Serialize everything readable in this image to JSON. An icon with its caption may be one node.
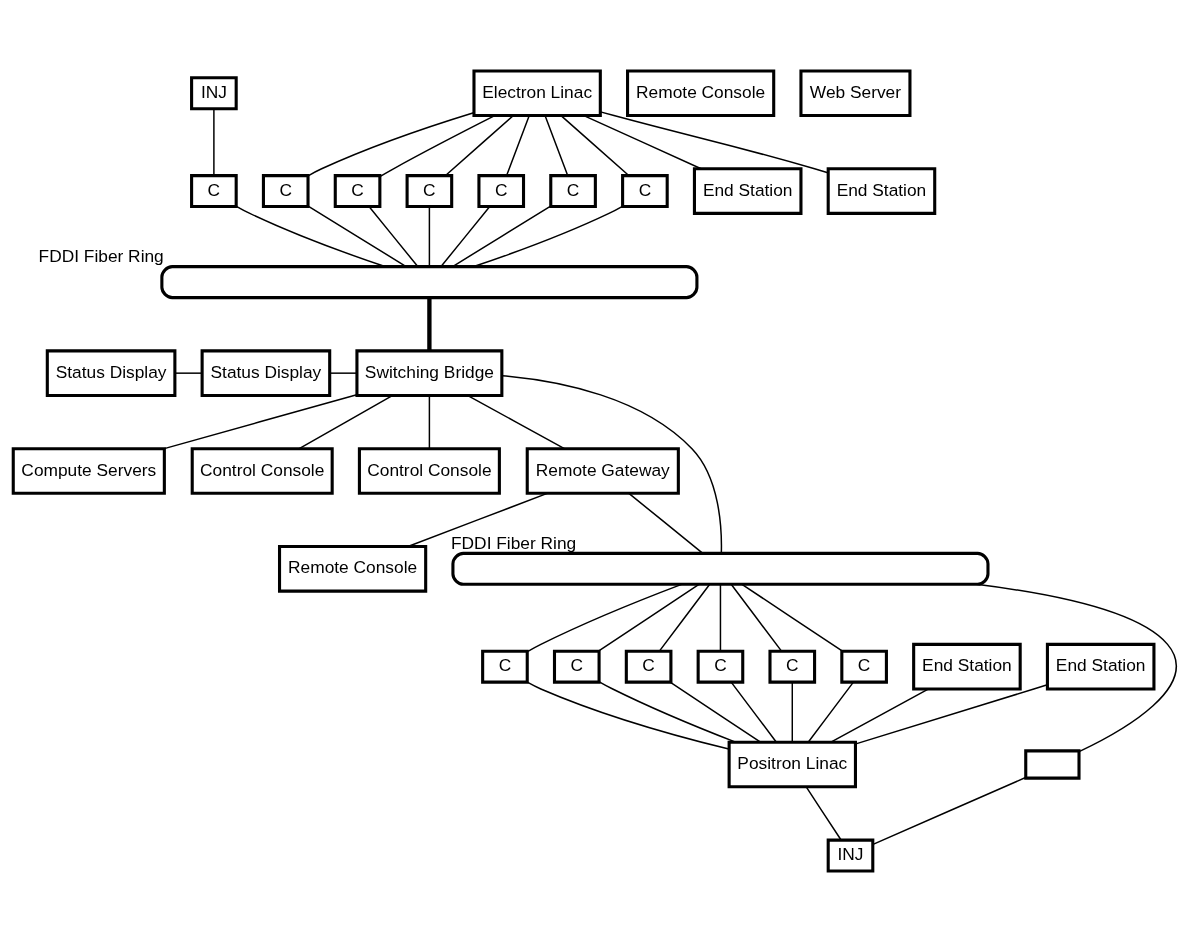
{
  "diagram": {
    "nodes": [
      {
        "text": [
          "INJ"
        ]
      },
      {
        "text": [
          "C"
        ]
      },
      {
        "text": [
          "Electron Linac"
        ]
      },
      {
        "text": [
          "C"
        ]
      },
      {
        "text": [
          "C"
        ]
      },
      {
        "text": [
          "C"
        ]
      },
      {
        "text": [
          "C"
        ]
      },
      {
        "text": [
          "C"
        ]
      },
      {
        "text": [
          "C"
        ]
      },
      {
        "text": [
          "End Station"
        ]
      },
      {
        "text": [
          "End Station"
        ]
      },
      {
        "text": [],
        "shape": "bar",
        "beside": [
          "FDDI Fiber Ring"
        ]
      },
      {
        "text": [
          "Compute Servers"
        ]
      },
      {
        "text": [
          "Status Display"
        ]
      },
      {
        "text": [
          "Status Display"
        ]
      },
      {
        "text": [
          "Switching Bridge"
        ]
      },
      {
        "text": [
          "Control Console"
        ]
      },
      {
        "text": [
          "Control Console"
        ]
      },
      {
        "text": [
          "Remote Console"
        ]
      },
      {
        "text": [
          "Remote Gateway"
        ]
      },
      {
        "text": [
          "Remote Console"
        ]
      },
      {
        "text": [
          "End Station"
        ]
      },
      {
        "text": [],
        "shape": "bar",
        "beside": [
          "FDDI Fiber Ring"
        ]
      },
      {
        "text": [
          "End Station"
        ]
      },
      {
        "text": [
          "C"
        ]
      },
      {
        "text": [
          "C"
        ]
      },
      {
        "text": [
          "C"
        ]
      },
      {
        "text": [
          "C"
        ]
      },
      {
        "text": [
          "C"
        ]
      },
      {
        "text": [
          "C"
        ]
      },
      {
        "text": [],
        "shape": "box"
      },
      {
        "text": [
          "Web Server"
        ]
      },
      {
        "text": [
          "Positron Linac"
        ]
      },
      {
        "text": [
          "INJ"
        ]
      }
    ],
    "edges": [
      {
        "from": 0,
        "to": 1,
        "arrow": "none"
      },
      {
        "from": 2,
        "to": 3,
        "arrow": "none"
      },
      {
        "from": 2,
        "to": 4,
        "arrow": "none"
      },
      {
        "from": 2,
        "to": 5,
        "arrow": "none"
      },
      {
        "from": 2,
        "to": 6,
        "arrow": "none"
      },
      {
        "from": 2,
        "to": 7,
        "arrow": "none"
      },
      {
        "from": 2,
        "to": 8,
        "arrow": "none"
      },
      {
        "from": 2,
        "to": 9,
        "arrow": "none"
      },
      {
        "from": 2,
        "to": 10,
        "arrow": "none"
      },
      {
        "from": 1,
        "to": 11,
        "arrow": "none"
      },
      {
        "from": 3,
        "to": 11,
        "arrow": "none"
      },
      {
        "from": 4,
        "to": 11,
        "arrow": "none"
      },
      {
        "from": 5,
        "to": 11,
        "arrow": "none"
      },
      {
        "from": 6,
        "to": 11,
        "arrow": "none"
      },
      {
        "from": 7,
        "to": 11,
        "arrow": "none"
      },
      {
        "from": 8,
        "to": 11,
        "arrow": "none"
      },
      {
        "from": 11,
        "to": 15,
        "arrow": "none",
        "style": "thick"
      },
      {
        "from": 13,
        "to": 14,
        "arrow": "none"
      },
      {
        "from": 14,
        "to": 15,
        "arrow": "none"
      },
      {
        "from": 15,
        "to": 12,
        "arrow": "none"
      },
      {
        "from": 15,
        "to": 16,
        "arrow": "none"
      },
      {
        "from": 15,
        "to": 17,
        "arrow": "none"
      },
      {
        "from": 15,
        "to": 19,
        "arrow": "none"
      },
      {
        "from": 15,
        "to": 22,
        "arrow": "none"
      },
      {
        "from": 19,
        "to": 22,
        "arrow": "none"
      },
      {
        "from": 19,
        "to": 20,
        "arrow": "none"
      },
      {
        "from": 22,
        "to": 24,
        "arrow": "none"
      },
      {
        "from": 22,
        "to": 25,
        "arrow": "none"
      },
      {
        "from": 22,
        "to": 26,
        "arrow": "none"
      },
      {
        "from": 22,
        "to": 27,
        "arrow": "none"
      },
      {
        "from": 22,
        "to": 28,
        "arrow": "none"
      },
      {
        "from": 22,
        "to": 29,
        "arrow": "none"
      },
      {
        "from": 22,
        "to": 30,
        "arrow": "none"
      },
      {
        "from": 24,
        "to": 32,
        "arrow": "none"
      },
      {
        "from": 25,
        "to": 32,
        "arrow": "none"
      },
      {
        "from": 26,
        "to": 32,
        "arrow": "none"
      },
      {
        "from": 27,
        "to": 32,
        "arrow": "none"
      },
      {
        "from": 28,
        "to": 32,
        "arrow": "none"
      },
      {
        "from": 29,
        "to": 32,
        "arrow": "none"
      },
      {
        "from": 30,
        "to": 33,
        "arrow": "none"
      },
      {
        "from": 21,
        "to": 32,
        "arrow": "none"
      },
      {
        "from": 23,
        "to": 32,
        "arrow": "none"
      },
      {
        "from": 32,
        "to": 33,
        "arrow": "none"
      }
    ]
  }
}
